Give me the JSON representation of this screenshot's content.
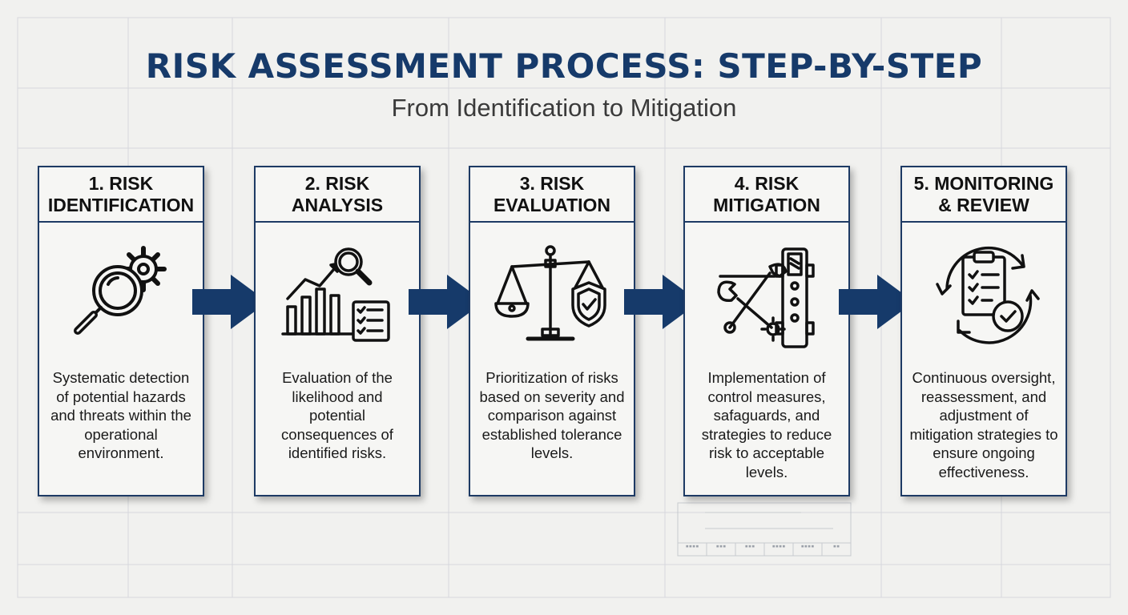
{
  "title": "RISK ASSESSMENT PROCESS: STEP-BY-STEP",
  "subtitle": "From Identification to Mitigation",
  "steps": [
    {
      "title_line1": "1. RISK",
      "title_line2": "IDENTIFICATION",
      "icon": "magnifier-gear-icon",
      "description": "Systematic detection of potential hazards and threats within the operational environment."
    },
    {
      "title_line1": "2. RISK",
      "title_line2": "ANALYSIS",
      "icon": "chart-magnifier-checklist-icon",
      "description": "Evaluation of the likelihood and potential consequences of identified risks."
    },
    {
      "title_line1": "3. RISK",
      "title_line2": "EVALUATION",
      "icon": "balance-scale-shield-icon",
      "description": "Prioritization of risks based on severity and comparison against established tolerance levels."
    },
    {
      "title_line1": "4. RISK",
      "title_line2": "MITIGATION",
      "icon": "wrench-toolbar-icon",
      "description": "Implementation of control measures, safaguards, and strategies to reduce risk to acceptable levels."
    },
    {
      "title_line1": "5. MONITORING",
      "title_line2": "& REVIEW",
      "icon": "clipboard-cycle-check-icon",
      "description": "Continuous oversight, reassessment, and adjustment of mitigation strategies to ensure ongoing effectiveness."
    }
  ],
  "colors": {
    "navy": "#163a6a",
    "card_border": "#1d3a64",
    "background": "#f1f1ef",
    "text": "#1a1a1a"
  }
}
